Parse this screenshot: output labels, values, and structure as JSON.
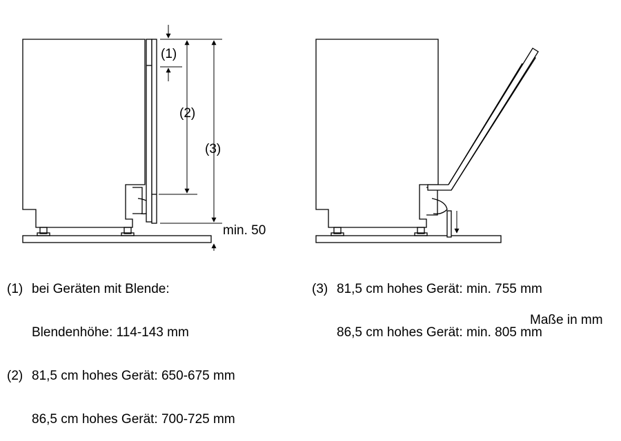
{
  "diagram": {
    "labels": {
      "m1": "(1)",
      "m2": "(2)",
      "m3": "(3)",
      "min": "min. 50"
    },
    "notes_left": [
      {
        "num": "(1)",
        "lines": [
          "bei Geräten mit Blende:",
          "Blendenhöhe: 114-143 mm"
        ]
      },
      {
        "num": "(2)",
        "lines": [
          "81,5 cm hohes Gerät: 650-675 mm",
          "86,5 cm hohes Gerät: 700-725 mm"
        ]
      }
    ],
    "notes_right": [
      {
        "num": "(3)",
        "lines": [
          "81,5 cm hohes Gerät: min. 755 mm",
          "86,5 cm hohes Gerät: min. 805 mm"
        ]
      }
    ],
    "units_note": "Maße in mm"
  }
}
